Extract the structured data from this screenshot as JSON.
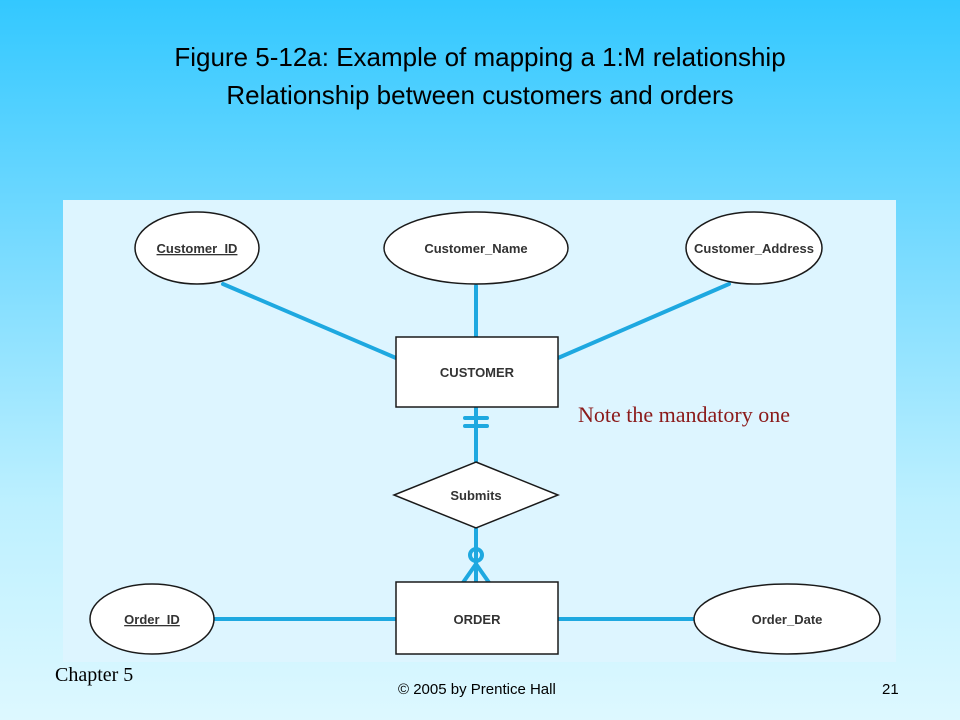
{
  "slide": {
    "title_line1": "Figure 5-12a: Example of mapping a 1:M relationship",
    "title_line2": "Relationship between customers and orders",
    "note": "Note the mandatory one",
    "footer": {
      "chapter": "Chapter 5",
      "copyright": "© 2005 by Prentice Hall",
      "page": "21"
    }
  },
  "diagram": {
    "entities": {
      "customer": "CUSTOMER",
      "order": "ORDER"
    },
    "relationship": "Submits",
    "attributes": {
      "customer_id": "Customer_ID",
      "customer_name": "Customer_Name",
      "customer_address": "Customer_Address",
      "order_id": "Order_ID",
      "order_date": "Order_Date"
    },
    "identifiers": [
      "Customer_ID",
      "Order_ID"
    ],
    "cardinality": {
      "customer_side": "mandatory one",
      "order_side": "optional many"
    },
    "colors": {
      "line": "#1EA8E0",
      "note": "#8B1A1A",
      "diagram_background": "#DDF5FF"
    }
  }
}
